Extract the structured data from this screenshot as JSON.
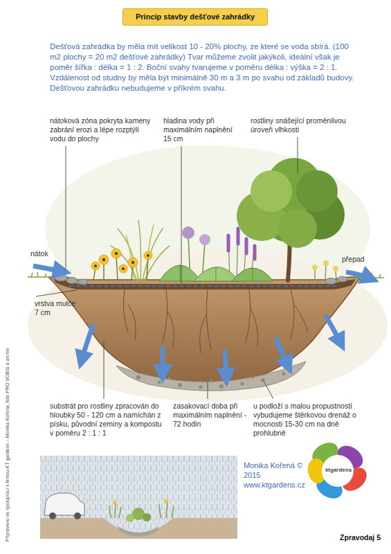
{
  "diagram": {
    "title": "Princip stavby dešťové zahrádky",
    "labels": [
      "Dešťová zahrádka by měla mít velikost 10 - 20% plochy, ze které se voda sbírá. (100 m2 plochy = 20 m2 dešťové zahrádky) Tvar můžeme zvolit jakýkoli, ideální však je poměr šířka : délka = 1 : 2. Boční svahy tvarujeme v poměru délka : výška = 2 : 1. Vzdálenost od studny by měla být minimálně 30 m a 3 m po svahu od základů budovy. Dešťovou zahrádku nebudujeme v příkrém svahu.",
      "nátoková zóna pokryta kameny zabrání erozi a lépe rozptýlí vodu do plochy",
      "hladina vody při maximálním naplnění 15 cm",
      "rostliny snášející proměnlivou úroveň vlhkosti",
      "nátok",
      "přepad",
      "vrstva mulče 7 cm",
      "substrát pro rostliny zpracován do hloubky 50 - 120 cm a namíchán z písku, původní zeminy a kompostu v poměru 2 : 1 : 1",
      "zasakovací doba při maximálním naplnění - 72 hodin",
      "u podloží s malou propustností vybudujeme štěrkovou drenáž o mocnosti 15-30 cm na dně prohlubně",
      "Monika Kořená © 2015 www.ktgardens.cz",
      "ktgardens",
      "Připraveno ve spolupráci s firmou KT gardens – Monika Kořená, foto PRO VOBIS a archiv",
      "Zpravodaj 5"
    ]
  }
}
